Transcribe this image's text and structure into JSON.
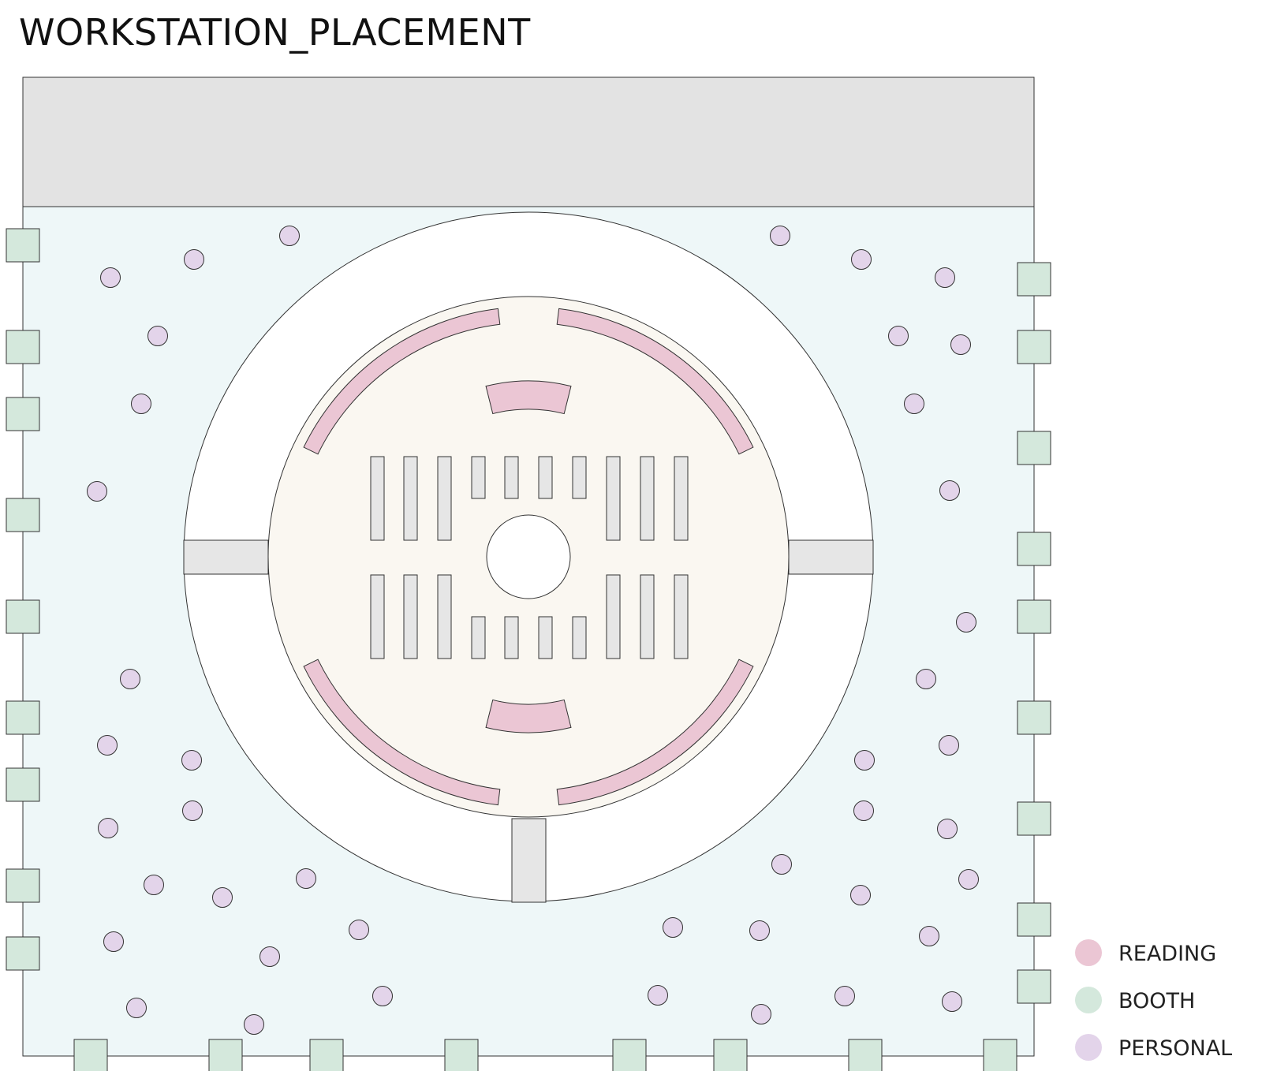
{
  "title": "WORKSTATION_PLACEMENT",
  "legend": [
    {
      "key": "reading",
      "label": "READING",
      "color": "#ebc6d4"
    },
    {
      "key": "booth",
      "label": "BOOTH",
      "color": "#d4e8dc"
    },
    {
      "key": "personal",
      "label": "PERSONAL",
      "color": "#e3d4ea"
    }
  ],
  "colors": {
    "outer_floor": "#eef7f8",
    "top_zone": "#e3e3e3",
    "ring": "#ffffff",
    "inner_floor": "#faf7f1",
    "shelves": "#e6e6e6",
    "outline": "#333333"
  }
}
